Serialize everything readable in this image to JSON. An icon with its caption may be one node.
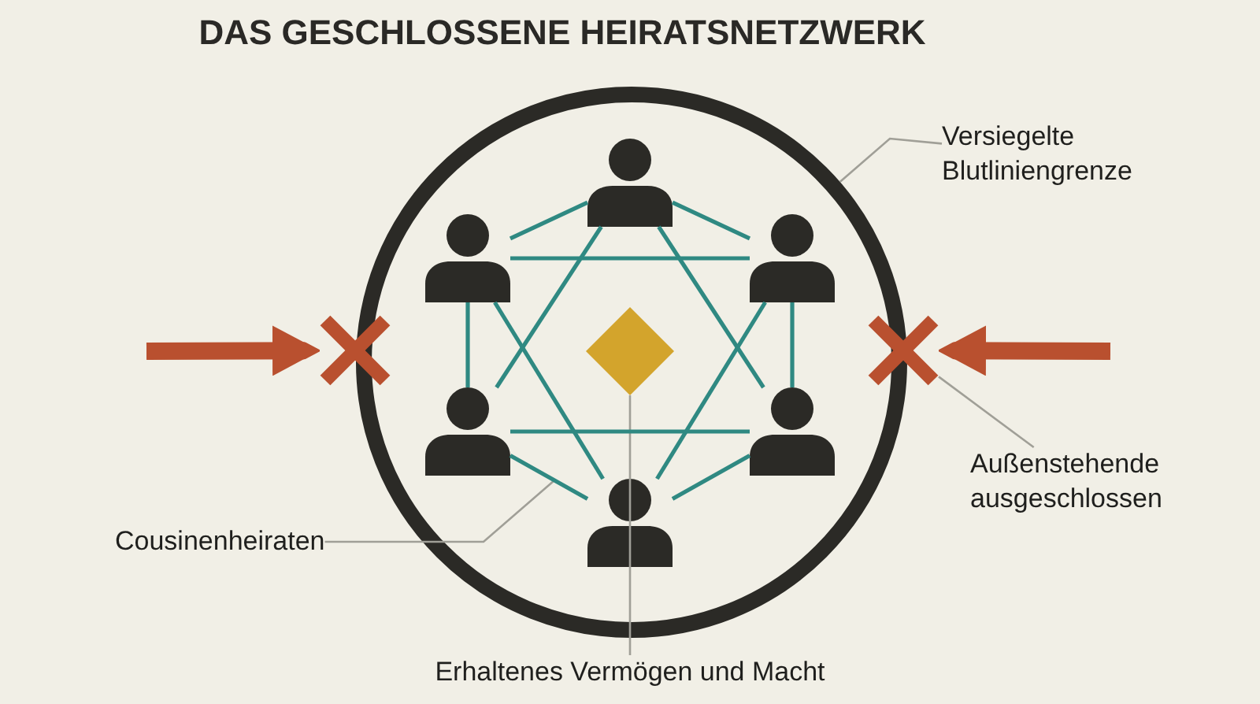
{
  "diagram": {
    "title": "DAS GESCHLOSSENE HEIRATSNETZWERK",
    "nodes": [
      {
        "text": [],
        "shape": "circle"
      },
      {
        "text": [],
        "shape": "person",
        "in": 0
      },
      {
        "text": [],
        "shape": "person",
        "in": 0
      },
      {
        "text": [],
        "shape": "person",
        "in": 0
      },
      {
        "text": [],
        "shape": "diamond",
        "in": 0
      },
      {
        "text": [],
        "shape": "person",
        "in": 0
      },
      {
        "text": [],
        "shape": "person",
        "in": 0
      },
      {
        "text": [],
        "shape": "person",
        "in": 0
      },
      {
        "text": [],
        "shape": "cross"
      },
      {
        "text": [],
        "shape": "cross"
      },
      {
        "text": [
          "Versiegelte Blutliniengrenze"
        ]
      },
      {
        "text": [
          "Außenstehende ausgeschlossen"
        ]
      },
      {
        "text": [
          "Cousinenheiraten"
        ]
      },
      {
        "text": [
          "Erhaltenes Vermögen und Macht"
        ]
      }
    ],
    "edges": [
      {
        "from": null,
        "to": 8,
        "arrow": "to",
        "style": "thick",
        "color": "#b9502f"
      },
      {
        "from": null,
        "to": 9,
        "arrow": "to",
        "style": "thick",
        "color": "#b9502f"
      },
      {
        "from": 10,
        "to": 0,
        "arrow": "none",
        "color": "#a09f97"
      },
      {
        "from": 11,
        "to": 9,
        "arrow": "none",
        "color": "#a09f97"
      },
      {
        "from": 12,
        "to": null,
        "arrow": "none",
        "color": "#a09f97"
      },
      {
        "from": 13,
        "to": 4,
        "arrow": "none",
        "color": "#a09f97"
      },
      {
        "from": 1,
        "to": 2,
        "arrow": "none"
      },
      {
        "from": 1,
        "to": 3,
        "arrow": "none"
      },
      {
        "from": 2,
        "to": 3,
        "arrow": "none"
      },
      {
        "from": 1,
        "to": 5,
        "arrow": "none"
      },
      {
        "from": 1,
        "to": 6,
        "arrow": "none"
      },
      {
        "from": 2,
        "to": 5,
        "arrow": "none"
      },
      {
        "from": 3,
        "to": 6,
        "arrow": "none"
      },
      {
        "from": 2,
        "to": 7,
        "arrow": "none"
      },
      {
        "from": 3,
        "to": 7,
        "arrow": "none"
      },
      {
        "from": 5,
        "to": 6,
        "arrow": "none"
      },
      {
        "from": 5,
        "to": 7,
        "arrow": "none"
      },
      {
        "from": 6,
        "to": 7,
        "arrow": "none"
      }
    ]
  }
}
